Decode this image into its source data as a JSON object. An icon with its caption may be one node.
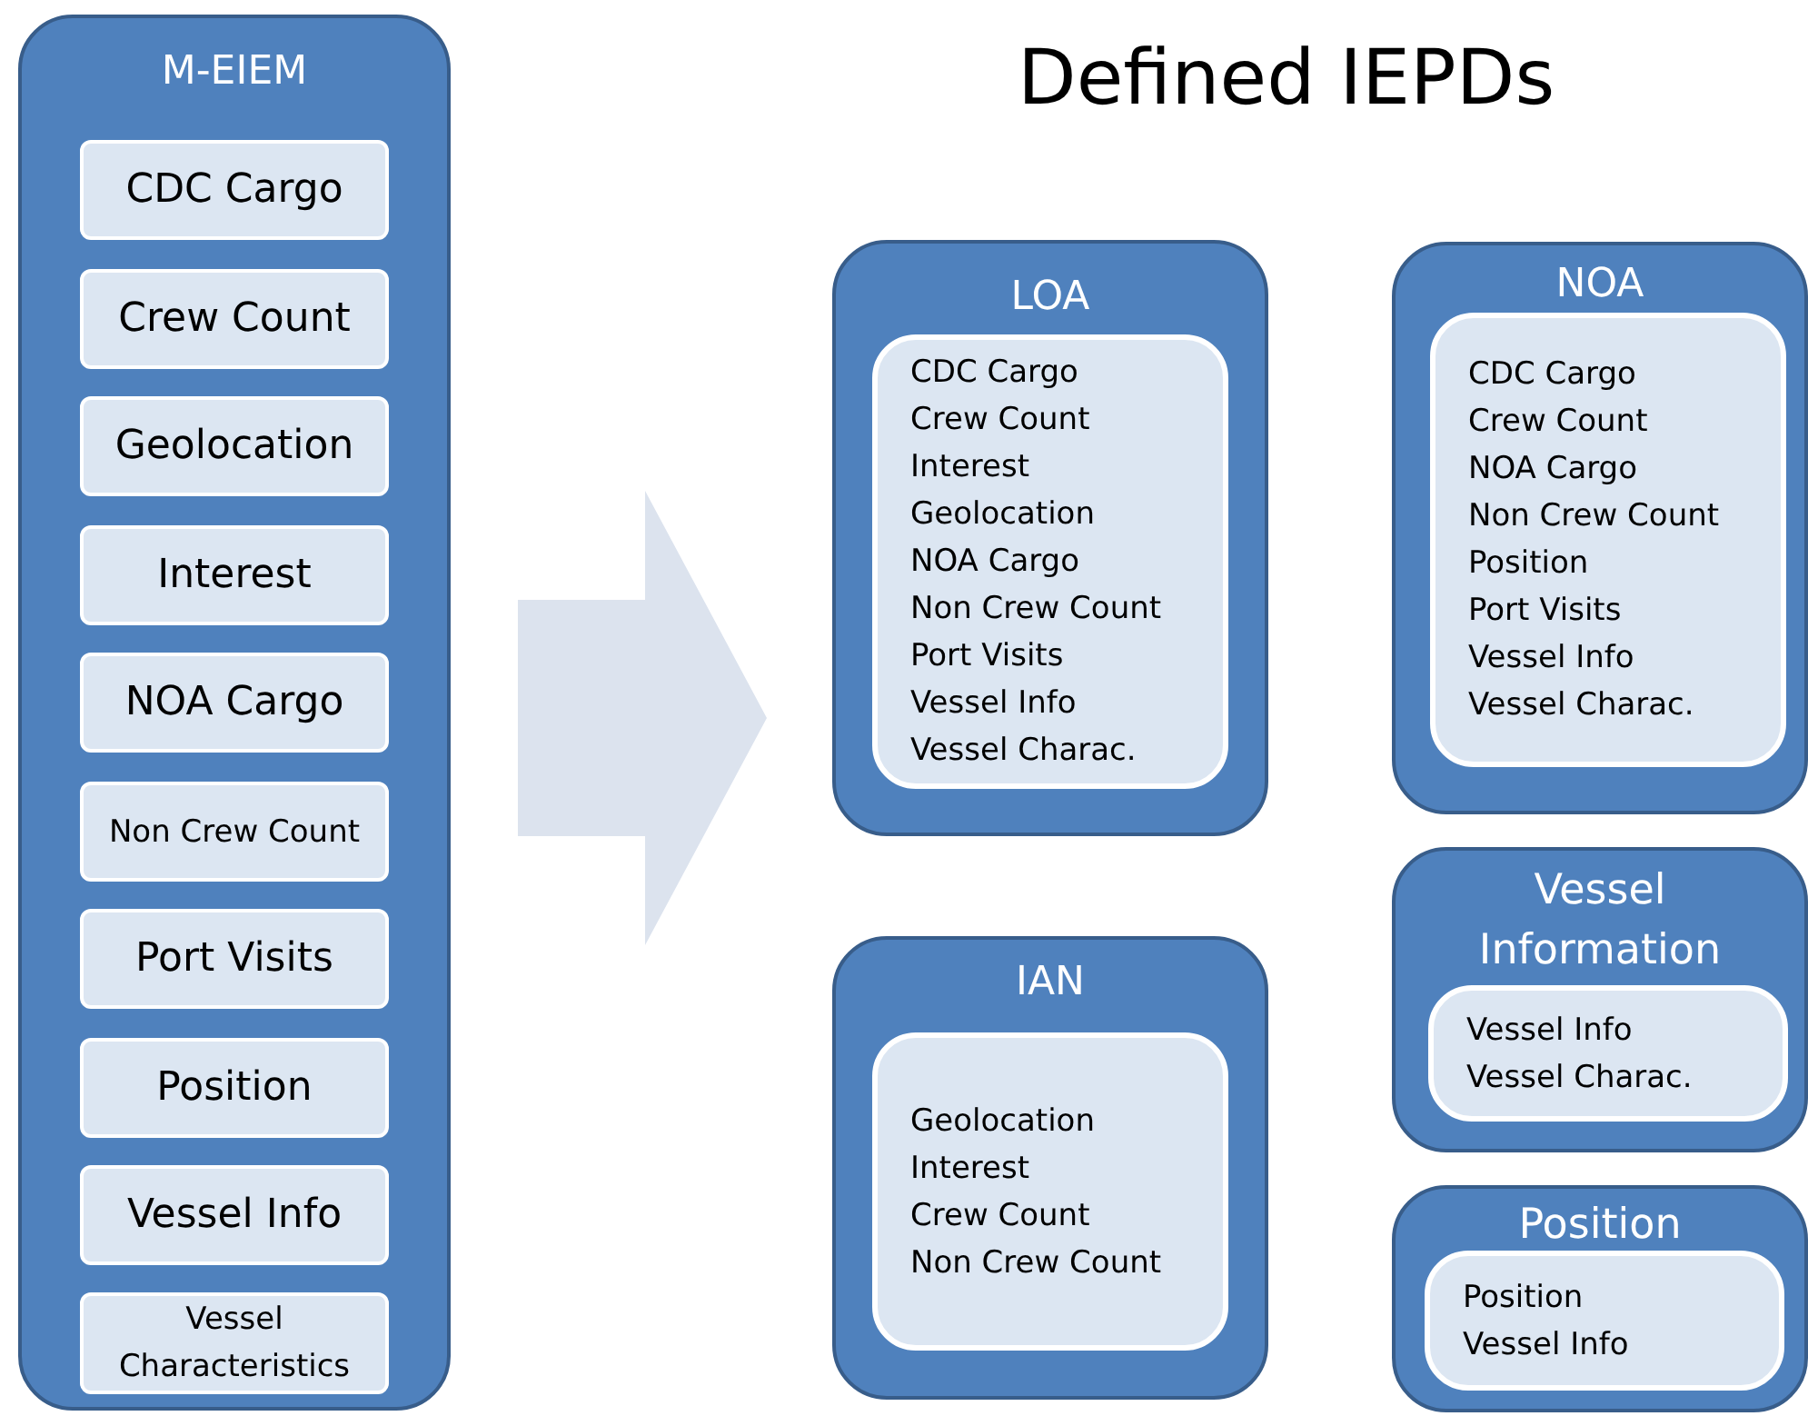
{
  "diagram": {
    "title": "Defined IEPDs",
    "nodes": [
      {
        "text": [
          "M-EIEM"
        ]
      },
      {
        "text": [
          "CDC Cargo"
        ],
        "in": 0
      },
      {
        "text": [
          "Crew Count"
        ],
        "in": 0
      },
      {
        "text": [
          "Geolocation"
        ],
        "in": 0
      },
      {
        "text": [
          "Interest"
        ],
        "in": 0
      },
      {
        "text": [
          "NOA Cargo"
        ],
        "in": 0
      },
      {
        "text": [
          "Non Crew Count"
        ],
        "in": 0
      },
      {
        "text": [
          "Port Visits"
        ],
        "in": 0
      },
      {
        "text": [
          "Position"
        ],
        "in": 0
      },
      {
        "text": [
          "Vessel Info"
        ],
        "in": 0
      },
      {
        "text": [
          "Vessel Characteristics"
        ],
        "in": 0
      },
      {
        "text": [
          "LOA"
        ]
      },
      {
        "text": [
          "CDC Cargo",
          "Crew Count",
          "Interest",
          "Geolocation",
          "NOA Cargo",
          "Non Crew Count",
          "Port Visits",
          "Vessel Info",
          "Vessel Charac."
        ],
        "in": 11
      },
      {
        "text": [
          "NOA"
        ]
      },
      {
        "text": [
          "CDC Cargo",
          "Crew Count",
          "NOA Cargo",
          "Non Crew Count",
          "Position",
          "Port Visits",
          "Vessel Info",
          "Vessel Charac."
        ],
        "in": 13
      },
      {
        "text": [
          "IAN"
        ]
      },
      {
        "text": [
          "Geolocation",
          "Interest",
          "Crew Count",
          "Non Crew Count"
        ],
        "in": 15
      },
      {
        "text": [
          "Vessel Information"
        ]
      },
      {
        "text": [
          "Vessel Info",
          "Vessel Charac."
        ],
        "in": 17
      },
      {
        "text": [
          "Position"
        ]
      },
      {
        "text": [
          "Position",
          "Vessel Info"
        ],
        "in": 19
      }
    ]
  }
}
